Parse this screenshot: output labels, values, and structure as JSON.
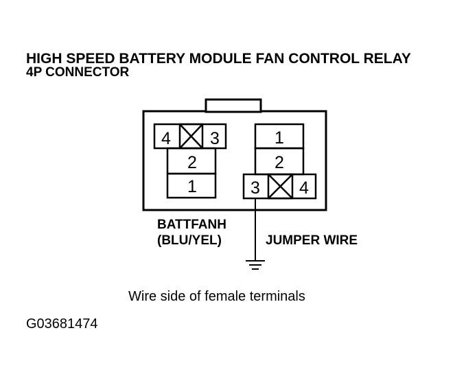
{
  "title": {
    "line1": "HIGH SPEED BATTERY MODULE FAN CONTROL RELAY",
    "line2": "4P CONNECTOR"
  },
  "connector": {
    "left_block": {
      "top_row": [
        "4",
        "3"
      ],
      "mid": "2",
      "bottom": "1"
    },
    "right_block": {
      "top": "1",
      "mid": "2",
      "bottom_row": [
        "3",
        "4"
      ]
    }
  },
  "labels": {
    "wire_name": "BATTFANH",
    "wire_color": "(BLU/YEL)",
    "jumper": "JUMPER WIRE"
  },
  "caption": "Wire side of female terminals",
  "figure_id": "G03681474"
}
